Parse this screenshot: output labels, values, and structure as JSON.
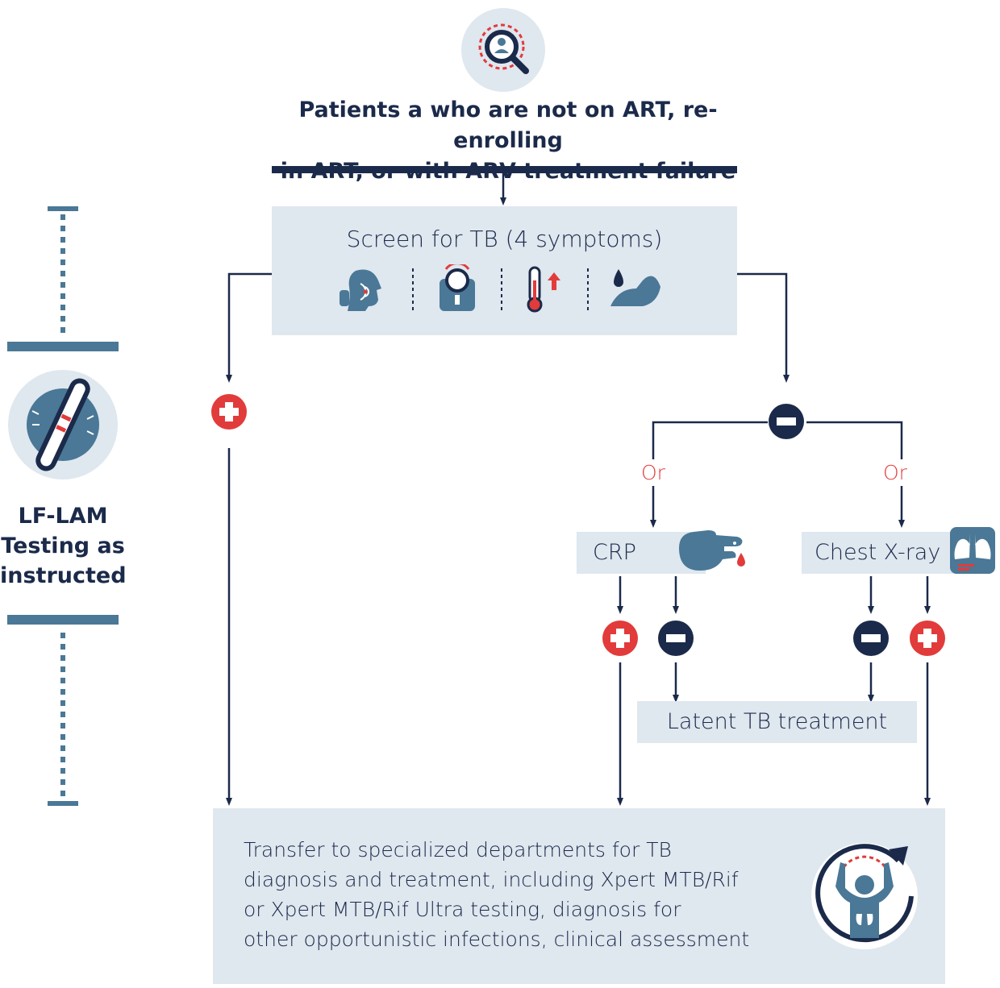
{
  "title_lines": [
    "Patients a who are not on ART, re-enrolling",
    "in ART, or with ARV treatment failure"
  ],
  "screen_label": "Screen for TB (4 symptoms)",
  "sidebar": {
    "lines": [
      "LF-LAM",
      "Testing as",
      "instructed"
    ]
  },
  "or_label": "Or",
  "crp_label": "CRP",
  "xray_label": "Chest X-ray",
  "latent_label": "Latent TB treatment",
  "transfer_lines": [
    "Transfer to specialized departments for TB",
    "diagnosis and treatment, including Xpert MTB/Rif",
    "or Xpert MTB/Rif Ultra testing, diagnosis for",
    "other opportunistic infections, clinical assessment"
  ],
  "icons": {
    "top": "patient-search-icon",
    "symptoms": [
      "cough-icon",
      "weight-scale-icon",
      "fever-thermometer-icon",
      "night-sweats-icon"
    ],
    "sidebar": "lf-lam-test-strip-icon",
    "crp": "finger-prick-icon",
    "xray": "lungs-xray-icon",
    "transfer": "patient-referral-icon",
    "positive": "plus-circle-icon",
    "negative": "minus-circle-icon"
  },
  "colors": {
    "navy": "#1b2a4a",
    "red": "#e23b3b",
    "box": "#dfe7ef",
    "steel": "#4a7896"
  }
}
